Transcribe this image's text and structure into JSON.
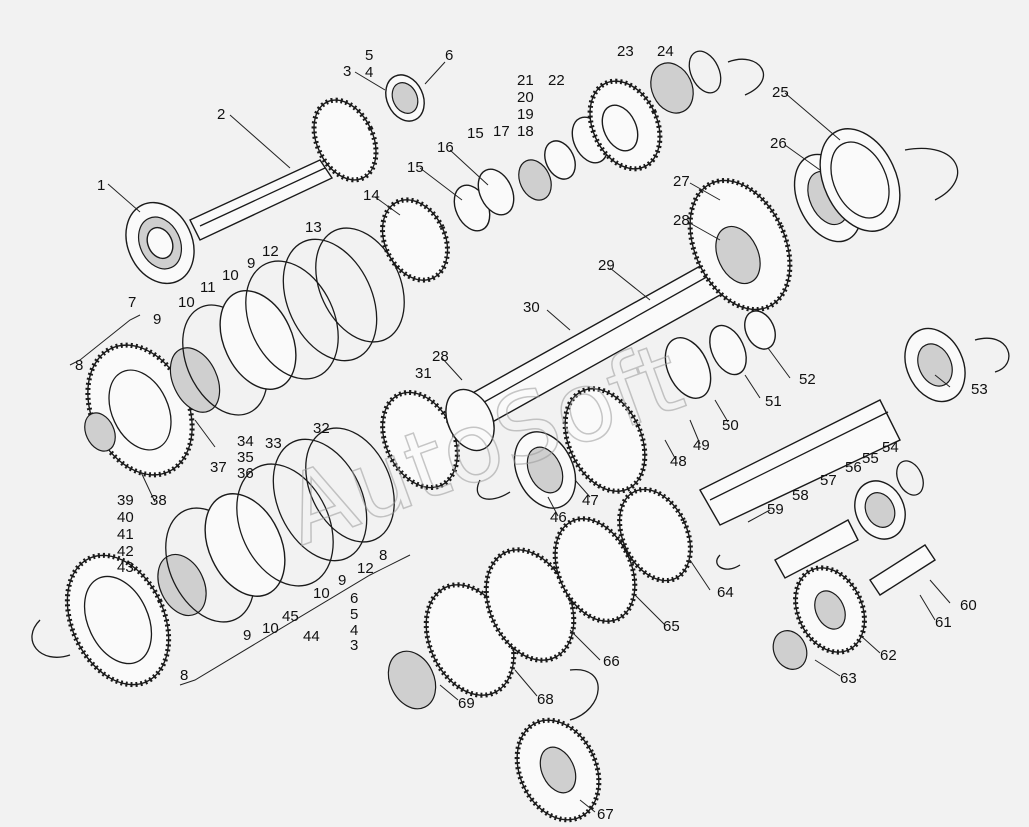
{
  "watermark": "AutoSoft",
  "callouts": [
    "1",
    "2",
    "3",
    "4",
    "5",
    "6",
    "7",
    "8",
    "9",
    "10",
    "11",
    "12",
    "13",
    "14",
    "15",
    "16",
    "17",
    "18",
    "19",
    "20",
    "21",
    "22",
    "23",
    "24",
    "25",
    "26",
    "27",
    "28",
    "29",
    "30",
    "31",
    "32",
    "33",
    "34",
    "35",
    "36",
    "37",
    "38",
    "39",
    "40",
    "41",
    "42",
    "43",
    "44",
    "45",
    "46",
    "47",
    "48",
    "49",
    "50",
    "51",
    "52",
    "53",
    "54",
    "55",
    "56",
    "57",
    "58",
    "59",
    "60",
    "61",
    "62",
    "63",
    "64",
    "65",
    "66",
    "67",
    "68",
    "69"
  ]
}
